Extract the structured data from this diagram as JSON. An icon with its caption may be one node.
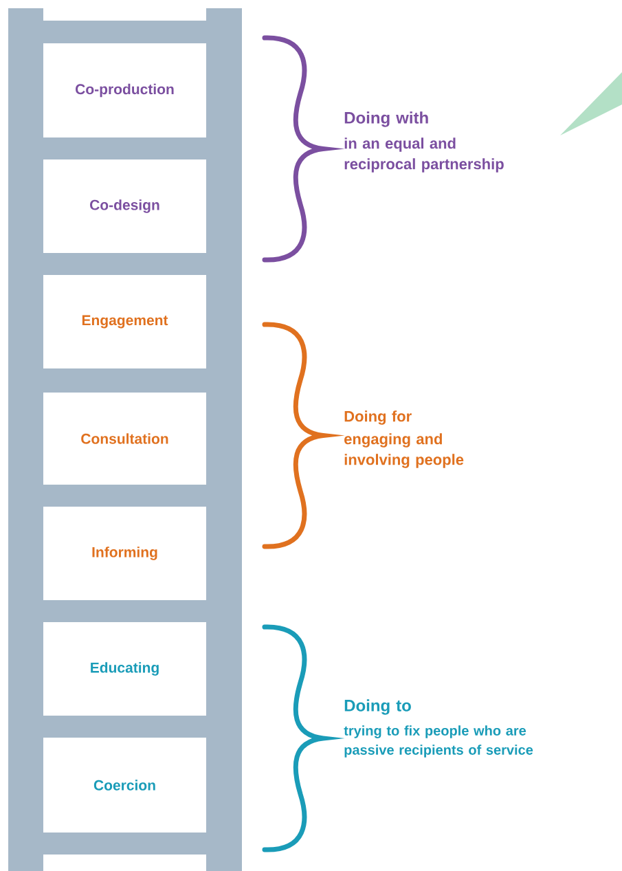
{
  "diagram": {
    "nodes": [
      {
        "text": [
          "Co-production"
        ]
      },
      {
        "text": [
          "Co-design"
        ]
      },
      {
        "text": [
          "Engagement"
        ]
      },
      {
        "text": [
          "Consultation"
        ]
      },
      {
        "text": [
          "Informing"
        ]
      },
      {
        "text": [
          "Educating"
        ]
      },
      {
        "text": [
          "Coercion"
        ]
      },
      {
        "text": [],
        "shape": "triangle"
      }
    ],
    "edges": [],
    "labels": [
      "Doing with",
      "in an equal and reciprocal partnership",
      "Doing for",
      "engaging and involving people",
      "Doing to",
      "trying to fix people who are passive recipients of service"
    ]
  }
}
